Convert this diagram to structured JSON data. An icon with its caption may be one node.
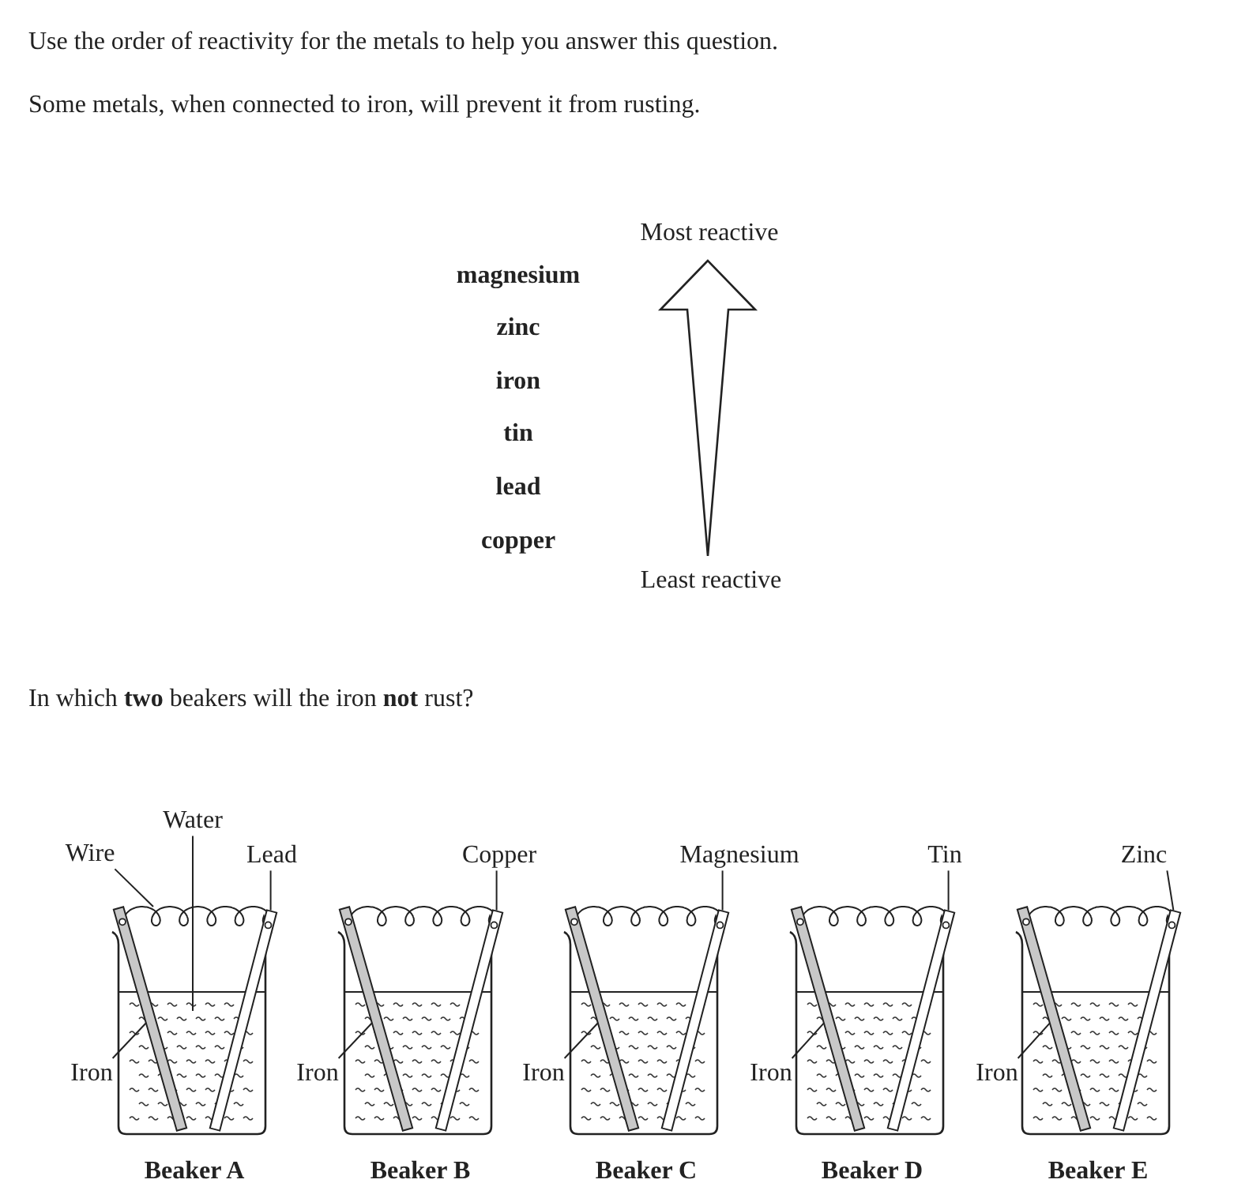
{
  "diagram": {
    "nodes": [
      {
        "text": [
          "Wire"
        ]
      },
      {
        "text": [
          "Water"
        ]
      },
      {
        "text": [
          "Lead"
        ]
      },
      {
        "text": [
          "Copper"
        ]
      },
      {
        "text": [
          "Magnesium"
        ]
      },
      {
        "text": [
          "Tin"
        ]
      },
      {
        "text": [
          "Zinc"
        ]
      },
      {
        "text": [
          "Beaker A"
        ]
      },
      {
        "text": [],
        "shape": "wire",
        "in": 7
      },
      {
        "text": [],
        "shape": "water",
        "in": 7
      },
      {
        "text": [],
        "shape": "bar",
        "in": 7
      },
      {
        "text": [],
        "shape": "bar",
        "in": 7
      },
      {
        "text": [
          "Iron"
        ]
      },
      {
        "text": [
          "Beaker B"
        ]
      },
      {
        "text": [],
        "shape": "wire",
        "in": 13
      },
      {
        "text": [],
        "shape": "water",
        "in": 13
      },
      {
        "text": [],
        "shape": "bar",
        "in": 13
      },
      {
        "text": [],
        "shape": "bar",
        "in": 13
      },
      {
        "text": [
          "Iron"
        ]
      },
      {
        "text": [
          "Beaker C"
        ]
      },
      {
        "text": [],
        "shape": "wire",
        "in": 19
      },
      {
        "text": [],
        "shape": "water",
        "in": 19
      },
      {
        "text": [],
        "shape": "bar",
        "in": 19
      },
      {
        "text": [],
        "shape": "bar",
        "in": 19
      },
      {
        "text": [
          "Iron"
        ]
      },
      {
        "text": [
          "Beaker D"
        ]
      },
      {
        "text": [],
        "shape": "wire",
        "in": 25
      },
      {
        "text": [],
        "shape": "water",
        "in": 25
      },
      {
        "text": [],
        "shape": "bar",
        "in": 25
      },
      {
        "text": [],
        "shape": "bar",
        "in": 25
      },
      {
        "text": [
          "Iron"
        ]
      },
      {
        "text": [
          "Beaker E"
        ]
      },
      {
        "text": [],
        "shape": "wire",
        "in": 31
      },
      {
        "text": [],
        "shape": "water",
        "in": 31
      },
      {
        "text": [],
        "shape": "bar",
        "in": 31
      },
      {
        "text": [],
        "shape": "bar",
        "in": 31
      },
      {
        "text": [
          "Iron"
        ]
      }
    ],
    "edges": [
      {
        "from": 0,
        "to": 8,
        "arrow": "none"
      },
      {
        "from": 1,
        "to": 9,
        "arrow": "none"
      },
      {
        "from": 2,
        "to": 11,
        "arrow": "none"
      },
      {
        "from": 12,
        "to": 10,
        "arrow": "none"
      },
      {
        "from": 3,
        "to": 17,
        "arrow": "none"
      },
      {
        "from": 18,
        "to": 16,
        "arrow": "none"
      },
      {
        "from": 4,
        "to": 23,
        "arrow": "none"
      },
      {
        "from": 24,
        "to": 22,
        "arrow": "none"
      },
      {
        "from": 5,
        "to": 29,
        "arrow": "none"
      },
      {
        "from": 30,
        "to": 28,
        "arrow": "none"
      },
      {
        "from": 6,
        "to": 35,
        "arrow": "none"
      },
      {
        "from": 36,
        "to": 34,
        "arrow": "none"
      }
    ],
    "labels": [
      "Use the order of reactivity for the metals to help you answer this question.",
      "Some metals, when connected to iron, will prevent it from rusting.",
      "magnesium",
      "zinc",
      "iron",
      "tin",
      "lead",
      "copper",
      "Most reactive",
      "Least reactive",
      "In which **two** beakers will the iron **not** rust?"
    ]
  }
}
